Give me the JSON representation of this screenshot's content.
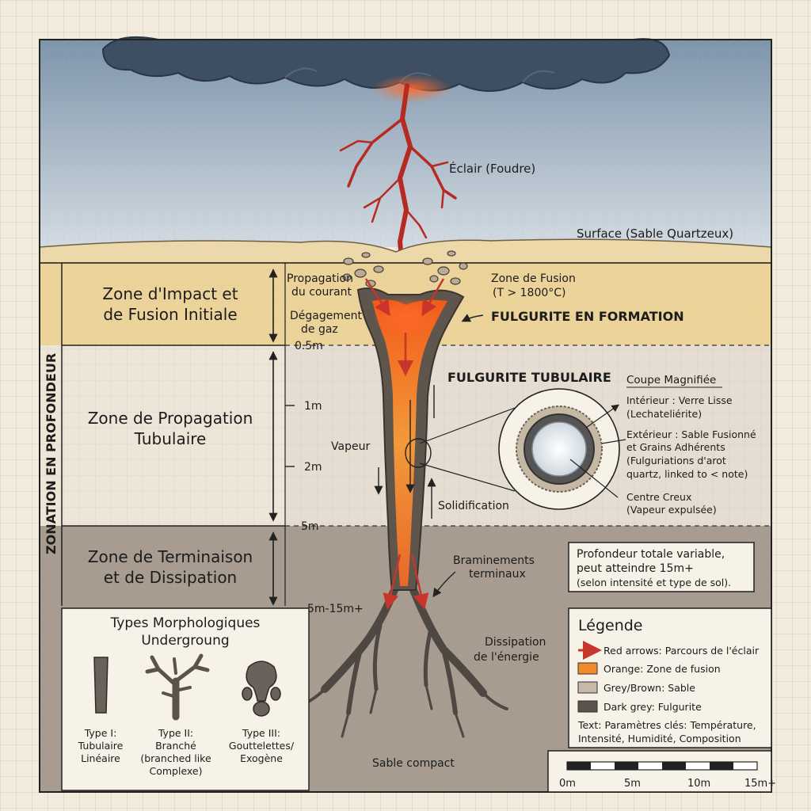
{
  "title": "",
  "side_title": "ZONATION EN PROFONDEUR",
  "zones": [
    {
      "line1": "Zone d'Impact et",
      "line2": "de Fusion Initiale"
    },
    {
      "line1": "Zone de Propagation",
      "line2": "Tubulaire"
    },
    {
      "line1": "Zone de Terminaison",
      "line2": "et de Dissipation"
    }
  ],
  "depths": [
    "0.5m",
    "1m",
    "2m",
    "5m",
    "5m-15m+"
  ],
  "labels": {
    "eclair": "Éclair (Foudre)",
    "surface": "Surface (Sable Quartzeux)",
    "propagation_1": "Propagation",
    "propagation_2": "du courant",
    "degagement_1": "Dégagement",
    "degagement_2": "de gaz",
    "fusion_1": "Zone de Fusion",
    "fusion_2": "(T > 1800°C)",
    "formation": "FULGURITE EN FORMATION",
    "tubulaire": "FULGURITE TUBULAIRE",
    "vapeur": "Vapeur",
    "solidification": "Solidification",
    "bram_1": "Braminements",
    "bram_2": "terminaux",
    "dissip_1": "Dissipation",
    "dissip_2": "de l'énergie",
    "sable_compact": "Sable compact"
  },
  "coupe": {
    "title": "Coupe Magnifiée",
    "int_1": "Intérieur : Verre Lisse",
    "int_2": "(Lechateliérite)",
    "ext_1": "Extérieur : Sable Fusionné",
    "ext_2": "et Grains Adhérents",
    "ext_3": "(Fulguriations d'arot",
    "ext_4": "quartz, linked to < note)",
    "centre_1": "Centre Creux",
    "centre_2": "(Vapeur expulsée)"
  },
  "profondeur": {
    "line1": "Profondeur totale variable,",
    "line2": "peut atteindre 15m+",
    "line3": "(selon intensité et type de sol)."
  },
  "types": {
    "title_1": "Types Morphologiques",
    "title_2": "Undergroung",
    "items": [
      {
        "l1": "Type I:",
        "l2": "Tubulaire",
        "l3": "Linéaire",
        "l4": ""
      },
      {
        "l1": "Type II:",
        "l2": "Branché",
        "l3": "(branched like",
        "l4": "Complexe)"
      },
      {
        "l1": "Type III:",
        "l2": "Gouttelettes/",
        "l3": "Exogène",
        "l4": ""
      }
    ]
  },
  "legend": {
    "title": "Légende",
    "items": [
      {
        "label": "Red arrows: Parcours de l'éclair",
        "color": "#c8352a"
      },
      {
        "label": "Orange: Zone de fusion",
        "color": "#f08a2a"
      },
      {
        "label": "Grey/Brown: Sable",
        "color": "#c6b9a8"
      },
      {
        "label": "Dark grey: Fulgurite",
        "color": "#5a524b"
      }
    ],
    "text_1": "Text: Paramètres clés: Température,",
    "text_2": "Intensité, Humidité, Composition"
  },
  "scale": [
    "0m",
    "5m",
    "10m",
    "15m+"
  ]
}
